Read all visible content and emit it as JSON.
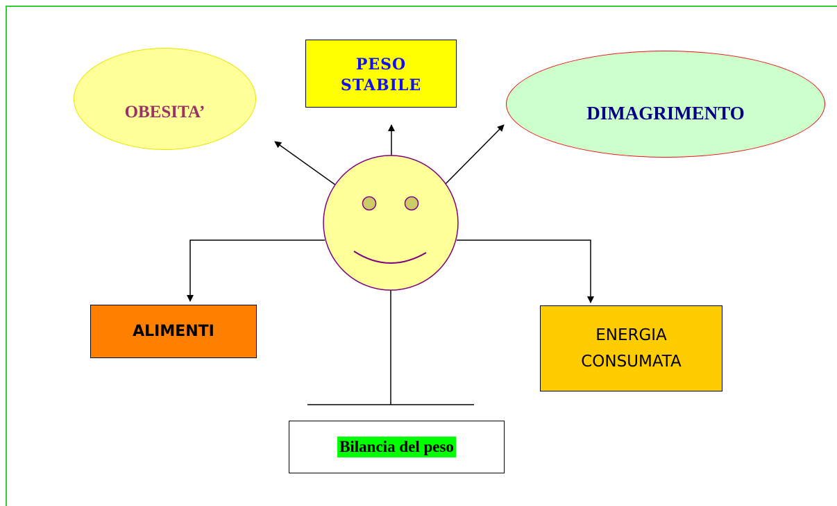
{
  "diagram": {
    "nodes": {
      "peso_stabile": {
        "label": "PESO\nSTABILE",
        "color": "#ffff00",
        "text_color": "#1111ee"
      },
      "obesita": {
        "label": "OBESITA’",
        "color": "#ffff99",
        "text_color": "#993366"
      },
      "dimagrimento": {
        "label": "DIMAGRIMENTO",
        "color": "#ccffcc",
        "border_color": "#ee1111",
        "text_color": "#000080"
      },
      "alimenti": {
        "label": "ALIMENTI",
        "color": "#ff8000"
      },
      "energia_consumata": {
        "label": "ENERGIA\nCONSUMATA",
        "color": "#ffcc00"
      },
      "bilancia": {
        "label": "Bilancia del peso",
        "highlight_color": "#00ff00"
      }
    },
    "center": {
      "icon": "smiley-face-icon",
      "fill": "#ffff99",
      "stroke": "#800080"
    },
    "frame_color": "#33cc33"
  }
}
